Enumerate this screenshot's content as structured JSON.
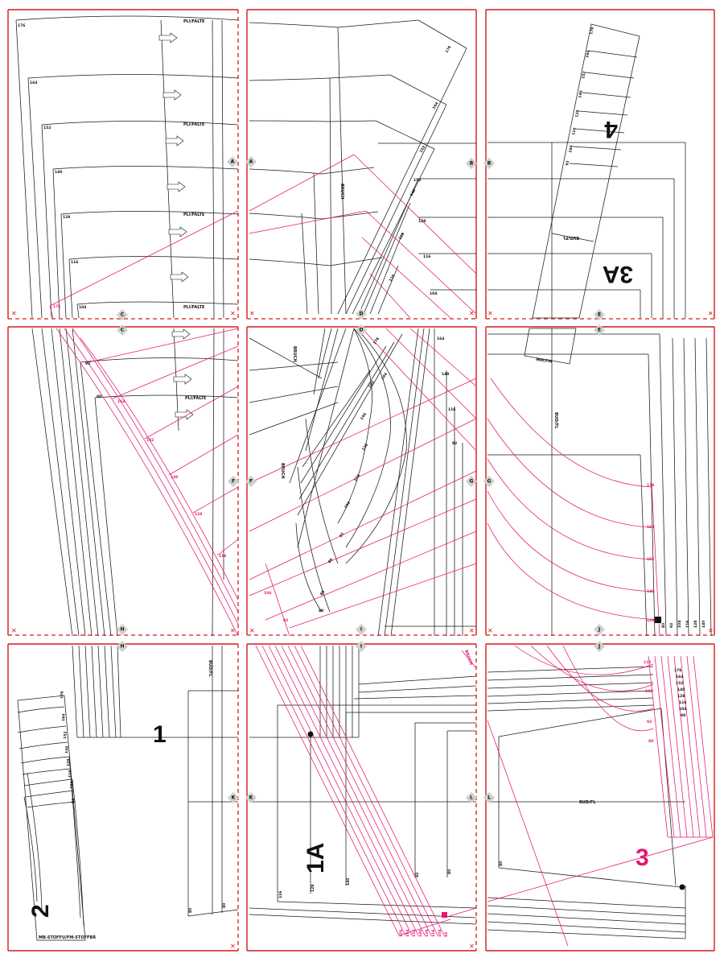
{
  "panels": [
    {
      "id": "p1",
      "dashed": [
        "right",
        "bottom"
      ]
    },
    {
      "id": "p2",
      "dashed": [
        "bottom"
      ]
    },
    {
      "id": "p3",
      "dashed": [
        "bottom"
      ]
    },
    {
      "id": "p4",
      "dashed": [
        "right",
        "bottom"
      ]
    },
    {
      "id": "p5",
      "dashed": [
        "bottom"
      ]
    },
    {
      "id": "p6",
      "dashed": [
        "bottom"
      ]
    },
    {
      "id": "p7",
      "dashed": [
        "right"
      ]
    },
    {
      "id": "p8",
      "dashed": [
        "right"
      ]
    },
    {
      "id": "p9",
      "dashed": []
    }
  ],
  "markers": {
    "A": "A",
    "B": "B",
    "C": "C",
    "D": "D",
    "E": "E",
    "F": "F",
    "G": "G",
    "H": "H",
    "I": "I",
    "J": "J",
    "K": "K",
    "L": "L"
  },
  "piece_labels": {
    "p1": "1",
    "p1a": "1A",
    "p2": "2",
    "p3": "3",
    "p3a": "3A",
    "p4": "4"
  },
  "notes": {
    "pleat": "PLI/FALTE",
    "grain_bruch": "BRUCH",
    "grain_bud": "BUD/FL",
    "fold_stoff": "MB-STOFFU/FM-STOFFBR",
    "mitte": "MM/FM",
    "bruch_m": "BRUCH"
  },
  "size_labels_black": [
    "176",
    "164",
    "152",
    "140",
    "128",
    "116",
    "104",
    "92",
    "80"
  ],
  "size_labels_magenta": [
    "176",
    "164",
    "152",
    "140",
    "128",
    "116",
    "104",
    "92",
    "80"
  ],
  "cut_mark": "✕",
  "colors": {
    "frame": "#d51a1a",
    "line": "#1a1a1a",
    "accent": "#e3176f",
    "marker": "#cfcfcf"
  }
}
